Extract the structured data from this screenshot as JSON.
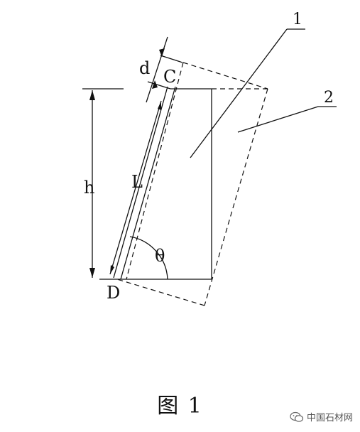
{
  "diagram": {
    "labels": {
      "part_1": "1",
      "part_2": "2",
      "thickness": "d",
      "point_c": "C",
      "point_d": "D",
      "height": "h",
      "length": "L",
      "angle": "θ"
    },
    "caption": "图 1"
  },
  "watermark": {
    "text": "中国石材网",
    "icon": "wechat-icon"
  }
}
